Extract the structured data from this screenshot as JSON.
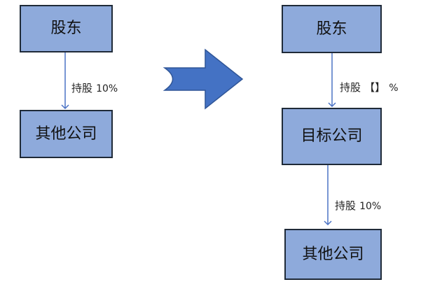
{
  "diagram": {
    "left": {
      "shareholder_label": "股东",
      "holding_label_prefix": "持股",
      "holding_label_value": "10%",
      "other_company_label": "其他公司"
    },
    "right": {
      "shareholder_label": "股东",
      "holding_label_prefix": "持股",
      "holding_label_blank": "【】",
      "holding_label_suffix": "%",
      "target_company_label": "目标公司",
      "holding_label2_prefix": "持股",
      "holding_label2_value": "10%",
      "other_company_label": "其他公司"
    },
    "colors": {
      "box_fill": "#8eaadb",
      "box_border": "#1f2a38",
      "arrow_line": "#4a72c4",
      "big_arrow_fill": "#4472c4",
      "big_arrow_stroke": "#2f5597"
    }
  }
}
